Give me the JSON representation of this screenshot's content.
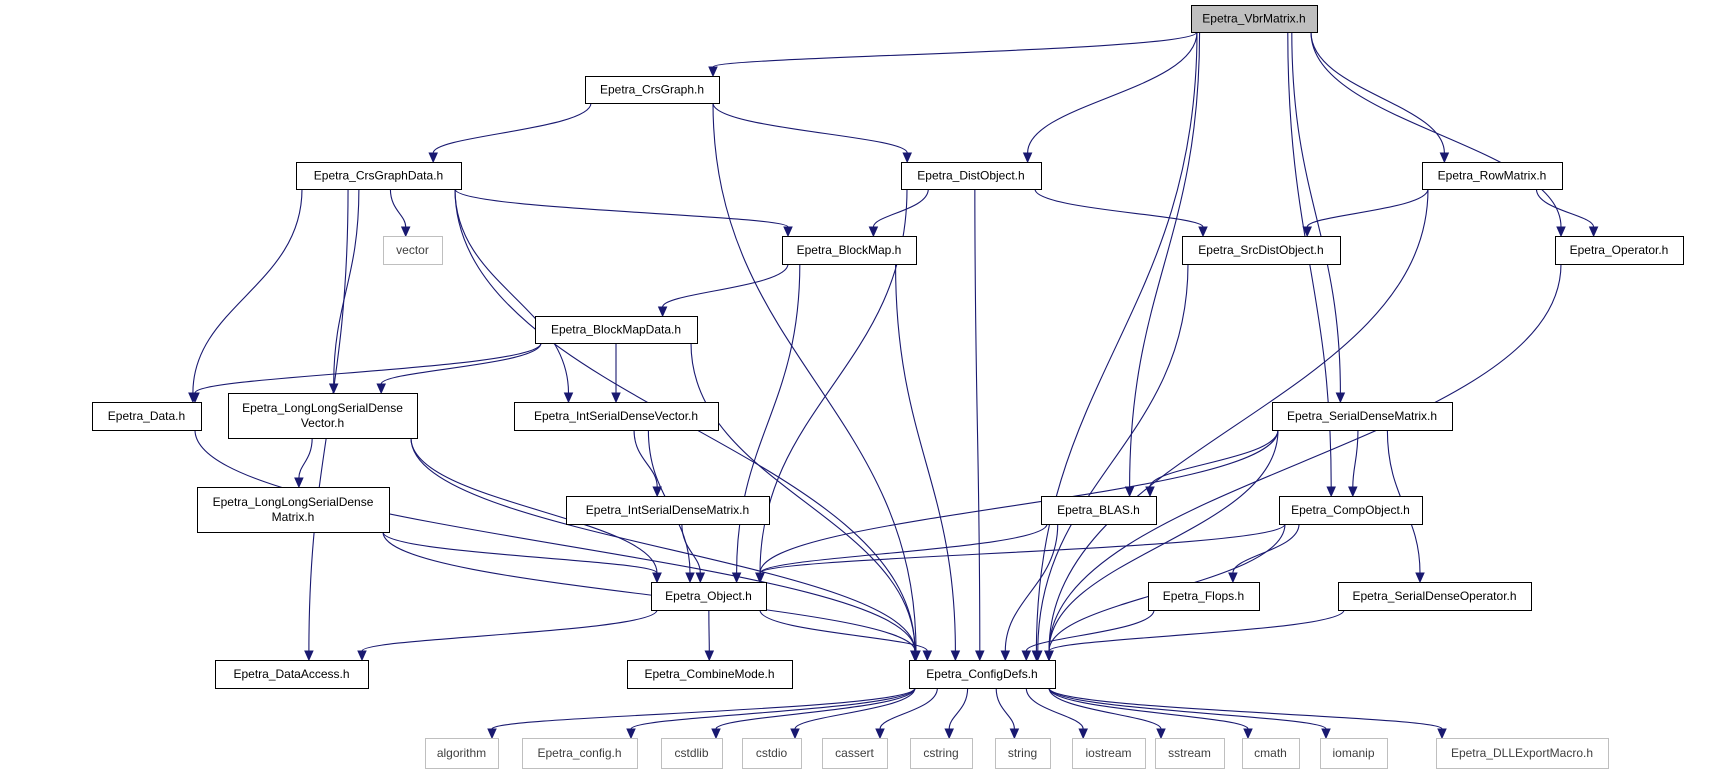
{
  "graph": {
    "nodes": [
      {
        "id": "vbr",
        "lines": [
          "Epetra_VbrMatrix.h"
        ],
        "kind": "root"
      },
      {
        "id": "crsgraph",
        "lines": [
          "Epetra_CrsGraph.h"
        ],
        "kind": "header"
      },
      {
        "id": "crsgraphdata",
        "lines": [
          "Epetra_CrsGraphData.h"
        ],
        "kind": "header"
      },
      {
        "id": "vector",
        "lines": [
          "vector"
        ],
        "kind": "external"
      },
      {
        "id": "distobject",
        "lines": [
          "Epetra_DistObject.h"
        ],
        "kind": "header"
      },
      {
        "id": "rowmatrix",
        "lines": [
          "Epetra_RowMatrix.h"
        ],
        "kind": "header"
      },
      {
        "id": "blockmap",
        "lines": [
          "Epetra_BlockMap.h"
        ],
        "kind": "header"
      },
      {
        "id": "srcdistobject",
        "lines": [
          "Epetra_SrcDistObject.h"
        ],
        "kind": "header"
      },
      {
        "id": "operator",
        "lines": [
          "Epetra_Operator.h"
        ],
        "kind": "header"
      },
      {
        "id": "blockmapdata",
        "lines": [
          "Epetra_BlockMapData.h"
        ],
        "kind": "header"
      },
      {
        "id": "data",
        "lines": [
          "Epetra_Data.h"
        ],
        "kind": "header"
      },
      {
        "id": "llsdv",
        "lines": [
          "Epetra_LongLongSerialDense",
          "Vector.h"
        ],
        "kind": "header"
      },
      {
        "id": "intsdv",
        "lines": [
          "Epetra_IntSerialDenseVector.h"
        ],
        "kind": "header"
      },
      {
        "id": "sdm",
        "lines": [
          "Epetra_SerialDenseMatrix.h"
        ],
        "kind": "header"
      },
      {
        "id": "llsdm",
        "lines": [
          "Epetra_LongLongSerialDense",
          "Matrix.h"
        ],
        "kind": "header"
      },
      {
        "id": "intsdm",
        "lines": [
          "Epetra_IntSerialDenseMatrix.h"
        ],
        "kind": "header"
      },
      {
        "id": "blas",
        "lines": [
          "Epetra_BLAS.h"
        ],
        "kind": "header"
      },
      {
        "id": "compobject",
        "lines": [
          "Epetra_CompObject.h"
        ],
        "kind": "header"
      },
      {
        "id": "object",
        "lines": [
          "Epetra_Object.h"
        ],
        "kind": "header"
      },
      {
        "id": "flops",
        "lines": [
          "Epetra_Flops.h"
        ],
        "kind": "header"
      },
      {
        "id": "sdo",
        "lines": [
          "Epetra_SerialDenseOperator.h"
        ],
        "kind": "header"
      },
      {
        "id": "dataaccess",
        "lines": [
          "Epetra_DataAccess.h"
        ],
        "kind": "header"
      },
      {
        "id": "combinemode",
        "lines": [
          "Epetra_CombineMode.h"
        ],
        "kind": "header"
      },
      {
        "id": "configdefs",
        "lines": [
          "Epetra_ConfigDefs.h"
        ],
        "kind": "header"
      },
      {
        "id": "algorithm",
        "lines": [
          "algorithm"
        ],
        "kind": "external"
      },
      {
        "id": "config",
        "lines": [
          "Epetra_config.h"
        ],
        "kind": "external"
      },
      {
        "id": "cstdlib",
        "lines": [
          "cstdlib"
        ],
        "kind": "external"
      },
      {
        "id": "cstdio",
        "lines": [
          "cstdio"
        ],
        "kind": "external"
      },
      {
        "id": "cassert",
        "lines": [
          "cassert"
        ],
        "kind": "external"
      },
      {
        "id": "cstring",
        "lines": [
          "cstring"
        ],
        "kind": "external"
      },
      {
        "id": "string",
        "lines": [
          "string"
        ],
        "kind": "external"
      },
      {
        "id": "iostream",
        "lines": [
          "iostream"
        ],
        "kind": "external"
      },
      {
        "id": "sstream",
        "lines": [
          "sstream"
        ],
        "kind": "external"
      },
      {
        "id": "cmath",
        "lines": [
          "cmath"
        ],
        "kind": "external"
      },
      {
        "id": "iomanip",
        "lines": [
          "iomanip"
        ],
        "kind": "external"
      },
      {
        "id": "dllexport",
        "lines": [
          "Epetra_DLLExportMacro.h"
        ],
        "kind": "external"
      }
    ],
    "edges": [
      [
        "vbr",
        "crsgraph"
      ],
      [
        "vbr",
        "distobject"
      ],
      [
        "vbr",
        "blas"
      ],
      [
        "vbr",
        "compobject"
      ],
      [
        "vbr",
        "sdm"
      ],
      [
        "vbr",
        "rowmatrix"
      ],
      [
        "vbr",
        "operator"
      ],
      [
        "vbr",
        "configdefs"
      ],
      [
        "crsgraph",
        "crsgraphdata"
      ],
      [
        "crsgraph",
        "distobject"
      ],
      [
        "crsgraph",
        "configdefs"
      ],
      [
        "crsgraphdata",
        "vector"
      ],
      [
        "crsgraphdata",
        "blockmap"
      ],
      [
        "crsgraphdata",
        "data"
      ],
      [
        "crsgraphdata",
        "llsdv"
      ],
      [
        "crsgraphdata",
        "intsdv"
      ],
      [
        "crsgraphdata",
        "dataaccess"
      ],
      [
        "crsgraphdata",
        "configdefs"
      ],
      [
        "distobject",
        "blockmap"
      ],
      [
        "distobject",
        "srcdistobject"
      ],
      [
        "distobject",
        "object"
      ],
      [
        "distobject",
        "configdefs"
      ],
      [
        "rowmatrix",
        "srcdistobject"
      ],
      [
        "rowmatrix",
        "operator"
      ],
      [
        "rowmatrix",
        "configdefs"
      ],
      [
        "blockmap",
        "blockmapdata"
      ],
      [
        "blockmap",
        "object"
      ],
      [
        "blockmap",
        "configdefs"
      ],
      [
        "srcdistobject",
        "configdefs"
      ],
      [
        "operator",
        "configdefs"
      ],
      [
        "blockmapdata",
        "data"
      ],
      [
        "blockmapdata",
        "llsdv"
      ],
      [
        "blockmapdata",
        "intsdv"
      ],
      [
        "blockmapdata",
        "configdefs"
      ],
      [
        "data",
        "configdefs"
      ],
      [
        "llsdv",
        "llsdm"
      ],
      [
        "llsdv",
        "object"
      ],
      [
        "llsdv",
        "configdefs"
      ],
      [
        "llsdm",
        "object"
      ],
      [
        "llsdm",
        "configdefs"
      ],
      [
        "intsdv",
        "intsdm"
      ],
      [
        "intsdv",
        "object"
      ],
      [
        "intsdm",
        "object"
      ],
      [
        "sdm",
        "blas"
      ],
      [
        "sdm",
        "compobject"
      ],
      [
        "sdm",
        "object"
      ],
      [
        "sdm",
        "sdo"
      ],
      [
        "sdm",
        "configdefs"
      ],
      [
        "blas",
        "object"
      ],
      [
        "blas",
        "configdefs"
      ],
      [
        "compobject",
        "flops"
      ],
      [
        "compobject",
        "object"
      ],
      [
        "compobject",
        "configdefs"
      ],
      [
        "flops",
        "configdefs"
      ],
      [
        "sdo",
        "configdefs"
      ],
      [
        "object",
        "dataaccess"
      ],
      [
        "object",
        "combinemode"
      ],
      [
        "object",
        "configdefs"
      ],
      [
        "configdefs",
        "algorithm"
      ],
      [
        "configdefs",
        "config"
      ],
      [
        "configdefs",
        "cstdlib"
      ],
      [
        "configdefs",
        "cstdio"
      ],
      [
        "configdefs",
        "cassert"
      ],
      [
        "configdefs",
        "cstring"
      ],
      [
        "configdefs",
        "string"
      ],
      [
        "configdefs",
        "iostream"
      ],
      [
        "configdefs",
        "sstream"
      ],
      [
        "configdefs",
        "cmath"
      ],
      [
        "configdefs",
        "iomanip"
      ],
      [
        "configdefs",
        "dllexport"
      ]
    ]
  },
  "colors": {
    "edge": "#191970",
    "header_border": "#000000",
    "external_border": "#bfbfbf",
    "external_text": "#404040",
    "root_fill": "#bfbfbf",
    "text": "#000000"
  }
}
